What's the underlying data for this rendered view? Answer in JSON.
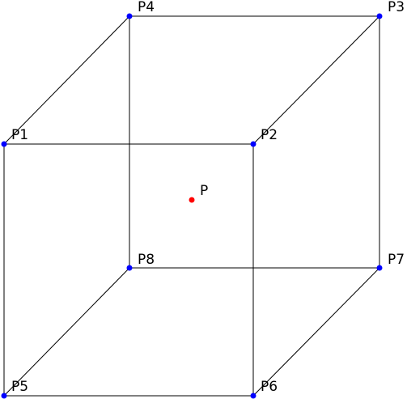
{
  "colors": {
    "vertex": "#0000ff",
    "center": "#ff0000",
    "edge": "#000000",
    "background": "#ffffff"
  },
  "points": {
    "P1": "P1",
    "P2": "P2",
    "P3": "P3",
    "P4": "P4",
    "P5": "P5",
    "P6": "P6",
    "P7": "P7",
    "P8": "P8",
    "P": "P"
  }
}
